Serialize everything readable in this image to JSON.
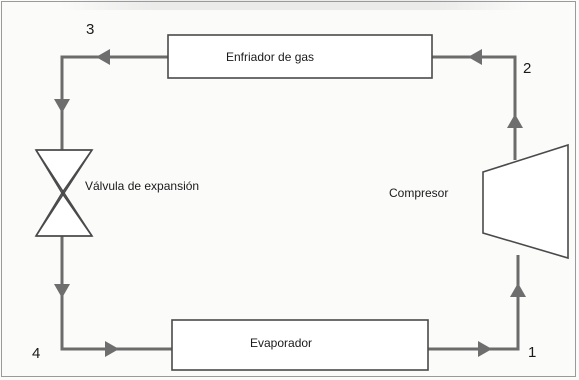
{
  "labels": {
    "gas_cooler": "Enfriador de gas",
    "expansion_valve": "Válvula de expansión",
    "compressor": "Compresor",
    "evaporator": "Evaporador"
  },
  "state_points": {
    "p1": "1",
    "p2": "2",
    "p3": "3",
    "p4": "4"
  },
  "colors": {
    "line": "#6b6b6b",
    "arrow": "#6e6e6e",
    "box_stroke": "#4a4a4a"
  }
}
